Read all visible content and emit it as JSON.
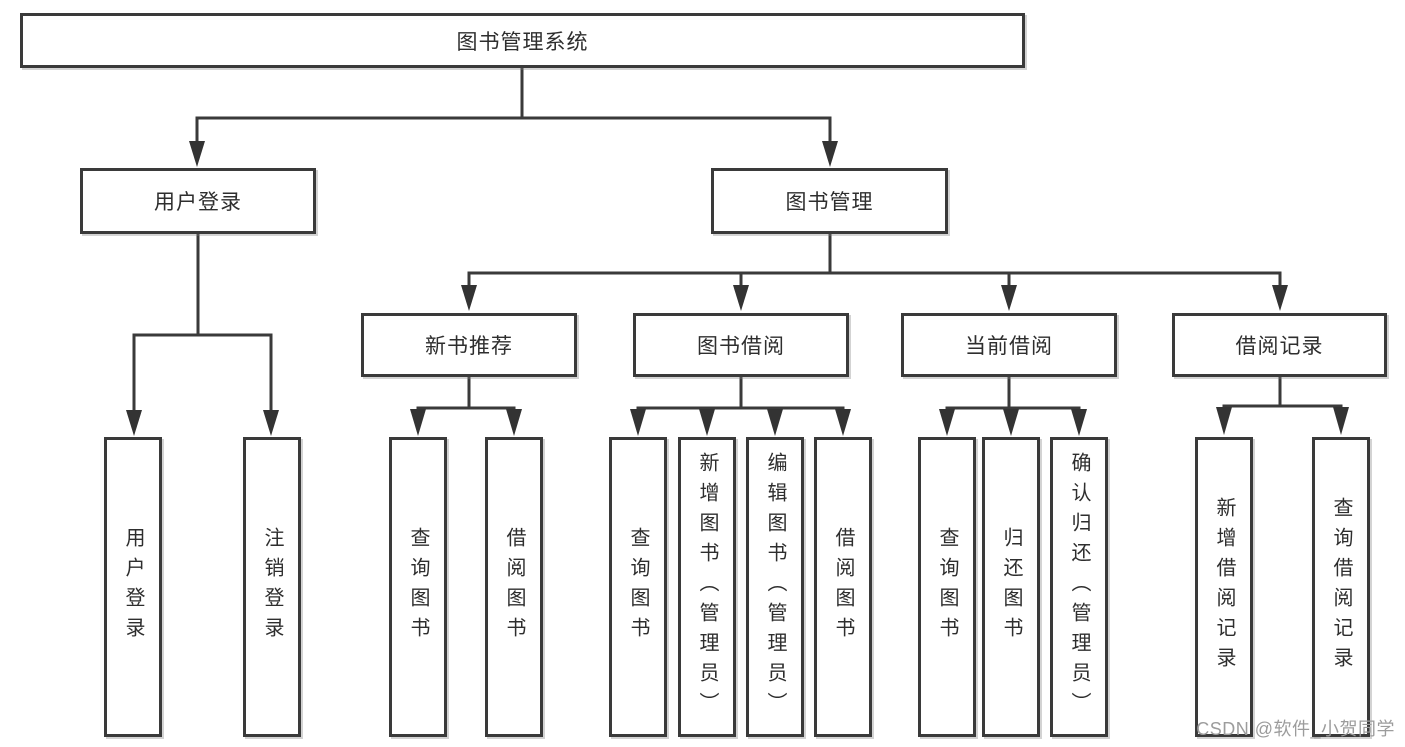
{
  "diagram": {
    "root": {
      "label": "图书管理系统"
    },
    "branches": [
      {
        "label": "用户登录",
        "children": [
          {
            "label": "用户登录"
          },
          {
            "label": "注销登录"
          }
        ]
      },
      {
        "label": "图书管理",
        "children": [
          {
            "label": "新书推荐",
            "children": [
              {
                "label": "查询图书"
              },
              {
                "label": "借阅图书"
              }
            ]
          },
          {
            "label": "图书借阅",
            "children": [
              {
                "label": "查询图书"
              },
              {
                "label": "新增图书（管理员）"
              },
              {
                "label": "编辑图书（管理员）"
              },
              {
                "label": "借阅图书"
              }
            ]
          },
          {
            "label": "当前借阅",
            "children": [
              {
                "label": "查询图书"
              },
              {
                "label": "归还图书"
              },
              {
                "label": "确认归还（管理员）"
              }
            ]
          },
          {
            "label": "借阅记录",
            "children": [
              {
                "label": "新增借阅记录"
              },
              {
                "label": "查询借阅记录"
              }
            ]
          }
        ]
      }
    ]
  },
  "watermark": {
    "text": "CSDN @软件_小贺同学"
  },
  "colors": {
    "line": "#3a3a3a",
    "box_border": "#3a3a3a",
    "text": "#2e2e2e",
    "watermark_text": "#9c9c9c",
    "background": "#ffffff"
  }
}
